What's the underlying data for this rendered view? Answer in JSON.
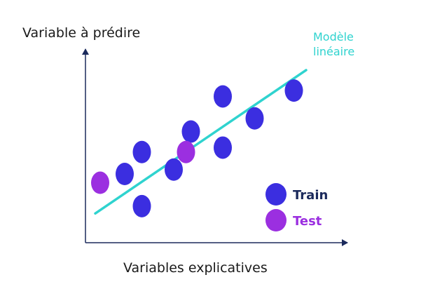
{
  "ylabel": "Variable à prédire",
  "xlabel": "Variables explicatives",
  "model_label_line1": "Modèle",
  "model_label_line2": "linéaire",
  "legend": {
    "train_label": "Train",
    "test_label": "Test"
  },
  "colors": {
    "axis": "#1b2a5c",
    "label_text": "#1a1a1a",
    "model_line": "#2fd3cf",
    "train": "#3b2ee0",
    "test": "#9b2fe0",
    "legend_train_text": "#1b2a5c",
    "legend_test_text": "#9b2fe0"
  },
  "chart_data": {
    "type": "scatter",
    "series": [
      {
        "name": "Train",
        "points": [
          [
            2.3,
            0.9
          ],
          [
            1.6,
            3.1
          ],
          [
            2.3,
            4.6
          ],
          [
            3.6,
            3.4
          ],
          [
            4.3,
            6.0
          ],
          [
            5.6,
            4.9
          ],
          [
            5.6,
            8.4
          ],
          [
            6.9,
            6.9
          ],
          [
            8.5,
            8.8
          ]
        ]
      },
      {
        "name": "Test",
        "points": [
          [
            0.6,
            2.5
          ],
          [
            4.1,
            4.6
          ]
        ]
      }
    ],
    "fit_line": {
      "from": [
        0.4,
        0.4
      ],
      "to": [
        9.0,
        10.2
      ]
    },
    "xlim": [
      0,
      10.8
    ],
    "ylim": [
      -1.6,
      12.5
    ]
  }
}
